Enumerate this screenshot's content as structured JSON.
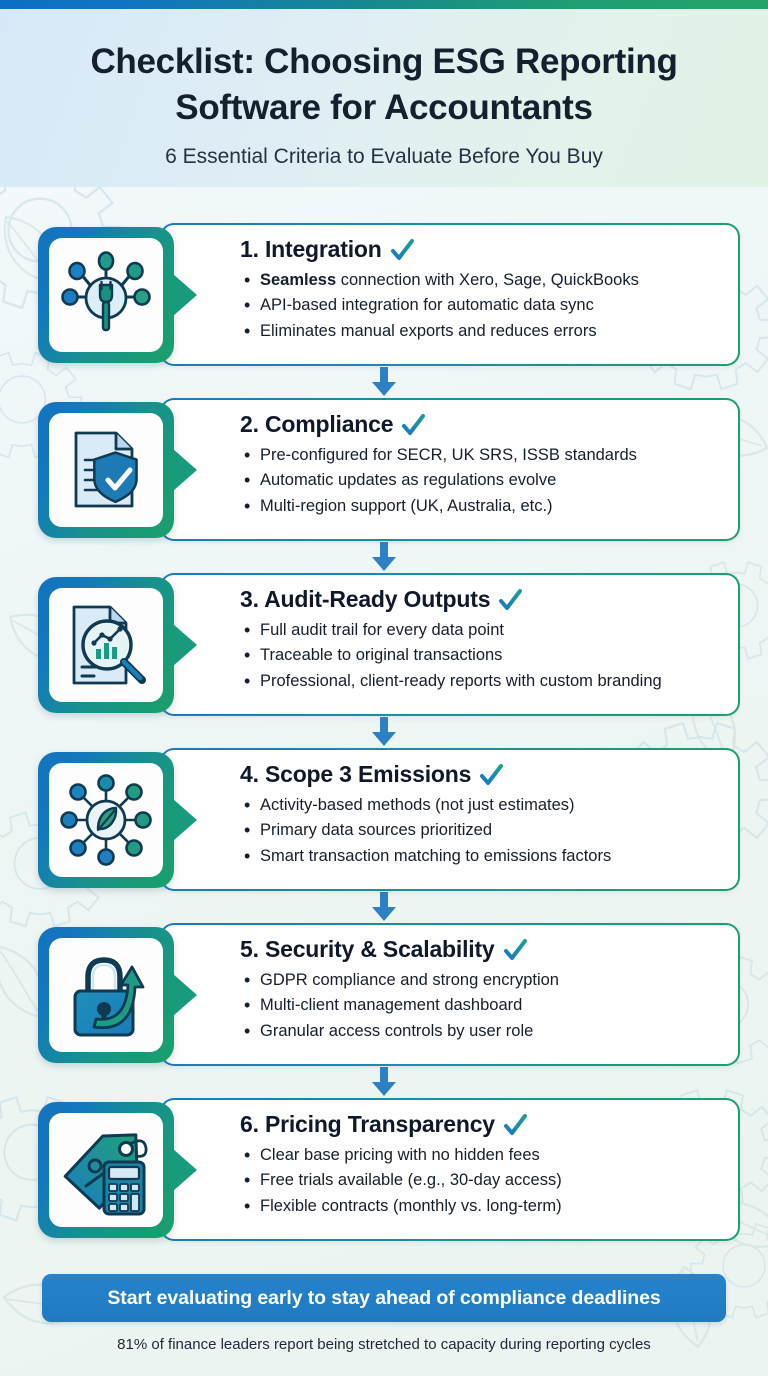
{
  "header": {
    "title": "Checklist: Choosing ESG Reporting Software for Accountants",
    "subtitle": "6 Essential Criteria to Evaluate Before You Buy"
  },
  "colors": {
    "gradient_start": "#0d6ec2",
    "gradient_end": "#24a46a",
    "accent_blue": "#1f7ac2",
    "accent_green": "#1aa06b",
    "check_blue": "#1a78c2",
    "check_teal": "#1f9e8f",
    "arrow": "#2e80c4",
    "heading_text": "#10192a"
  },
  "cards": [
    {
      "number": "1.",
      "title": "1. Integration",
      "icon": "plug-network-icon",
      "check": "check-icon",
      "bullets": [
        {
          "lead": "Seamless",
          "rest": " connection with Xero, Sage, QuickBooks"
        },
        {
          "lead": "",
          "rest": "API-based integration for automatic data sync"
        },
        {
          "lead": "",
          "rest": "Eliminates manual exports and reduces errors"
        }
      ]
    },
    {
      "number": "2.",
      "title": "2. Compliance",
      "icon": "document-shield-check-icon",
      "check": "check-icon",
      "bullets": [
        {
          "lead": "",
          "rest": "Pre-configured for SECR, UK SRS, ISSB standards"
        },
        {
          "lead": "",
          "rest": "Automatic updates as regulations evolve"
        },
        {
          "lead": "",
          "rest": "Multi-region support (UK, Australia, etc.)"
        }
      ]
    },
    {
      "number": "3.",
      "title": "3. Audit-Ready Outputs",
      "icon": "document-magnifier-chart-icon",
      "check": "check-icon",
      "bullets": [
        {
          "lead": "",
          "rest": "Full audit trail for every data point"
        },
        {
          "lead": "",
          "rest": "Traceable to original transactions"
        },
        {
          "lead": "",
          "rest": "Professional, client-ready reports with custom branding"
        }
      ]
    },
    {
      "number": "4.",
      "title": "4. Scope 3 Emissions",
      "icon": "leaf-network-hub-icon",
      "check": "check-icon",
      "bullets": [
        {
          "lead": "",
          "rest": "Activity-based methods (not just estimates)"
        },
        {
          "lead": "",
          "rest": "Primary data sources prioritized"
        },
        {
          "lead": "",
          "rest": "Smart transaction matching to emissions factors"
        }
      ]
    },
    {
      "number": "5.",
      "title": "5. Security & Scalability",
      "icon": "padlock-growth-arrow-icon",
      "check": "check-icon",
      "bullets": [
        {
          "lead": "",
          "rest": "GDPR compliance and strong encryption"
        },
        {
          "lead": "",
          "rest": "Multi-client management dashboard"
        },
        {
          "lead": "",
          "rest": "Granular access controls by user role"
        }
      ]
    },
    {
      "number": "6.",
      "title": "6. Pricing Transparency",
      "icon": "price-tag-calculator-icon",
      "check": "check-icon",
      "bullets": [
        {
          "lead": "",
          "rest": "Clear base pricing with no hidden fees"
        },
        {
          "lead": "",
          "rest": "Free trials available (e.g., 30-day access)"
        },
        {
          "lead": "",
          "rest": "Flexible contracts (monthly vs. long-term)"
        }
      ]
    }
  ],
  "cta": {
    "label": "Start evaluating early to stay ahead of compliance deadlines"
  },
  "footnote": {
    "text": "81% of finance leaders report being stretched to capacity during reporting cycles"
  }
}
